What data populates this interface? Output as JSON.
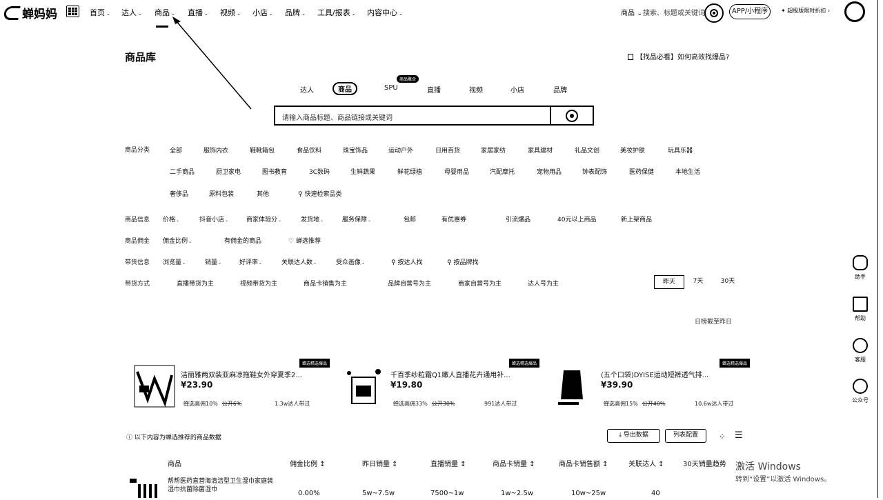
{
  "nav": {
    "logo_text": "蝉妈妈",
    "items": [
      {
        "label": "首页",
        "caret": "⌄"
      },
      {
        "label": "达人",
        "caret": "⌄"
      },
      {
        "label": "商品",
        "caret": "⌄"
      },
      {
        "label": "直播",
        "caret": "⌄"
      },
      {
        "label": "视频",
        "caret": "⌄"
      },
      {
        "label": "小店",
        "caret": "⌄"
      },
      {
        "label": "品牌",
        "caret": "⌄"
      },
      {
        "label": "工具/报表",
        "caret": "⌄"
      },
      {
        "label": "内容中心",
        "caret": "⌄"
      }
    ],
    "search_scope": "商品",
    "search_placeholder": "搜索、标题或关键词",
    "app_button": "APP/小程序",
    "promo": "✦ 超级版限时折扣 ›"
  },
  "page": {
    "title": "商品库",
    "help_link": "【找品必看】如何高效找爆品?"
  },
  "search": {
    "tabs": [
      "达人",
      "商品",
      "SPU",
      "直播",
      "视频",
      "小店",
      "品牌"
    ],
    "active_tab": "商品",
    "spu_badge": "商品聚合",
    "placeholder": "请输入商品标题、商品链接或关键词"
  },
  "filters": {
    "category_label": "商品分类",
    "categories_row1": [
      "全部",
      "服饰内衣",
      "鞋靴箱包",
      "食品饮料",
      "珠宝饰品",
      "运动户外",
      "日用百货",
      "家居家纺",
      "家具建材",
      "礼品文创",
      "美妆护肤",
      "玩具乐器"
    ],
    "categories_row2": [
      "二手商品",
      "厨卫家电",
      "图书教育",
      "3C数码",
      "生鲜蔬果",
      "鲜花绿植",
      "母婴用品",
      "汽配摩托",
      "宠物用品",
      "钟表配饰",
      "医药保健",
      "本地生活"
    ],
    "categories_row3": [
      "奢侈品",
      "原料包装",
      "其他"
    ],
    "quick_search": "快速检索品类",
    "info_label": "商品信息",
    "info_items": [
      "价格",
      "抖音小店",
      "商家体验分",
      "发货地",
      "服务保障"
    ],
    "info_toggles": [
      "包邮",
      "有优惠券",
      "引流爆品",
      "40元以上商品",
      "新上架商品"
    ],
    "commission_label": "商品佣金",
    "commission_select": "佣金比例",
    "commission_toggles": [
      "有佣金的商品",
      "蝉选推荐"
    ],
    "promo_label": "带货信息",
    "promo_items": [
      "浏览量",
      "销量",
      "好评率",
      "关联达人数",
      "受众画像"
    ],
    "promo_search": [
      "按达人找",
      "按品牌找"
    ],
    "mode_label": "带货方式",
    "mode_items": [
      "直播带货为主",
      "视频带货为主",
      "商品卡销售为主",
      "品牌自营号为主",
      "商家自营号为主",
      "达人号为主"
    ],
    "time_options": [
      "昨天",
      "7天",
      "30天"
    ],
    "active_time": "昨天",
    "note": "日榜截至昨日"
  },
  "cards": [
    {
      "badge": "蝉选精选爆品",
      "title": "洁丽雅两双装亚麻凉拖鞋女外穿夏季2...",
      "price": "¥23.90",
      "commission": "蝉选高佣10%",
      "public": "公开6%",
      "talents": "1.3w达人带过"
    },
    {
      "badge": "蝉选精选爆品",
      "title": "千百季纱粒霜Q1嫩人直播花卉通用补...",
      "price": "¥19.80",
      "commission": "蝉选高佣33%",
      "public": "公开30%",
      "talents": "991达人带过"
    },
    {
      "badge": "蝉选精选爆品",
      "title": "(五个口袋)DYISE运动短裤透气排...",
      "price": "¥39.90",
      "commission": "蝉选高佣15%",
      "public": "公开40%",
      "talents": "10.6w达人带过"
    }
  ],
  "table": {
    "info": "以下内容为蝉选推荐的商品数据",
    "export": "导出数据",
    "columns_btn": "列表配置",
    "headers": [
      "商品",
      "佣金比例 ↕",
      "昨日销量 ↕",
      "直播销量 ↕",
      "商品卡销量 ↕",
      "商品卡销售额 ↕",
      "关联达人 ↕",
      "30天销量趋势"
    ],
    "row": {
      "title": "帮帮医药直营海清洁型卫生湿巾家庭装湿巾抗菌除菌湿巾",
      "values": [
        "0.00%",
        "5w~7.5w",
        "7500~1w",
        "1w~2.5w",
        "10w~25w",
        "40"
      ]
    }
  },
  "sidebar": [
    {
      "label": "助手",
      "icon": "robot-icon"
    },
    {
      "label": "帮助",
      "icon": "book-icon"
    },
    {
      "label": "客服",
      "icon": "headset-icon"
    },
    {
      "label": "公众号",
      "icon": "wechat-icon"
    }
  ],
  "watermark": {
    "line1": "激活 Windows",
    "line2": "转到“设置”以激活 Windows。"
  }
}
